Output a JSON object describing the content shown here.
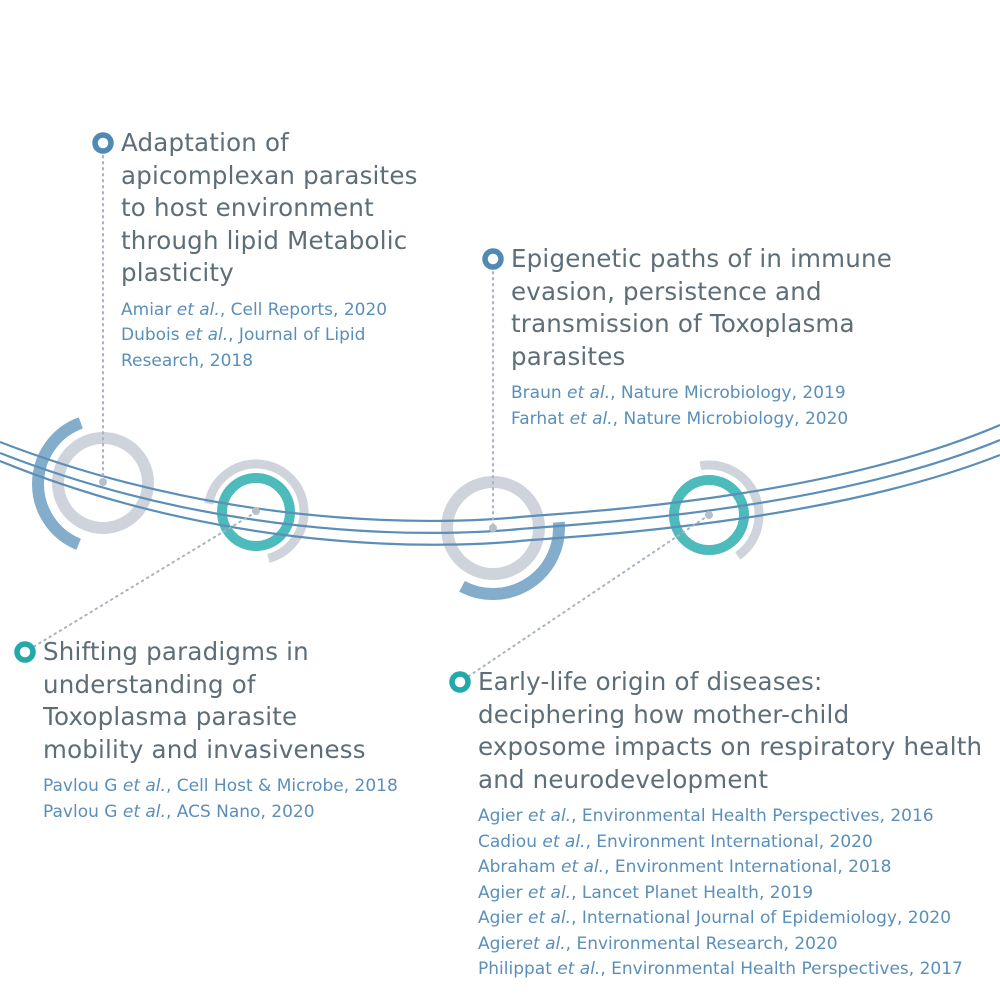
{
  "colors": {
    "title": "#5d6e78",
    "refs": "#5a8fba",
    "blue": "#4f8ab5",
    "teal": "#21a9ab",
    "grey": "#cfd3dc",
    "line": "#5b8fb8"
  },
  "topics": [
    {
      "title": [
        "Adaptation of",
        "apicomplexan parasites",
        "to host environment",
        "through lipid Metabolic",
        "plasticity"
      ],
      "refs": [
        {
          "author": "Amiar ",
          "etal": "et al.",
          "rest": ", Cell Reports, 2020"
        },
        {
          "author": "Dubois ",
          "etal": "et al.",
          "rest": ", Journal of Lipid"
        },
        {
          "author": "",
          "etal": "",
          "rest": "Research, 2018"
        }
      ]
    },
    {
      "title": [
        "Epigenetic paths of in immune",
        "evasion, persistence and",
        "transmission of Toxoplasma",
        "parasites"
      ],
      "refs": [
        {
          "author": "Braun ",
          "etal": "et al.",
          "rest": ", Nature Microbiology, 2019"
        },
        {
          "author": "Farhat ",
          "etal": "et al.",
          "rest": ", Nature Microbiology, 2020"
        }
      ]
    },
    {
      "title": [
        "Shifting paradigms in",
        "understanding of",
        "Toxoplasma parasite",
        "mobility and invasiveness"
      ],
      "refs": [
        {
          "author": "Pavlou G ",
          "etal": "et al.",
          "rest": ", Cell Host & Microbe, 2018"
        },
        {
          "author": "Pavlou G ",
          "etal": "et al.",
          "rest": ", ACS Nano, 2020"
        }
      ]
    },
    {
      "title": [
        "Early-life origin of diseases:",
        "deciphering how mother-child",
        "exposome impacts on respiratory health",
        "and neurodevelopment"
      ],
      "refs": [
        {
          "author": "Agier ",
          "etal": "et al.",
          "rest": ", Environmental Health Perspectives, 2016"
        },
        {
          "author": "Cadiou ",
          "etal": "et al.",
          "rest": ", Environment International, 2020"
        },
        {
          "author": "Abraham ",
          "etal": "et al.",
          "rest": ", Environment International, 2018"
        },
        {
          "author": "Agier ",
          "etal": "et al.",
          "rest": ", Lancet Planet Health, 2019"
        },
        {
          "author": "Agier ",
          "etal": "et al.",
          "rest": ", International Journal of Epidemiology, 2020"
        },
        {
          "author": "Agier",
          "etal": "et al.",
          "rest": ", Environmental Research, 2020"
        },
        {
          "author": "Philippat ",
          "etal": "et al.",
          "rest": ", Environmental Health Perspectives, 2017"
        }
      ]
    }
  ]
}
